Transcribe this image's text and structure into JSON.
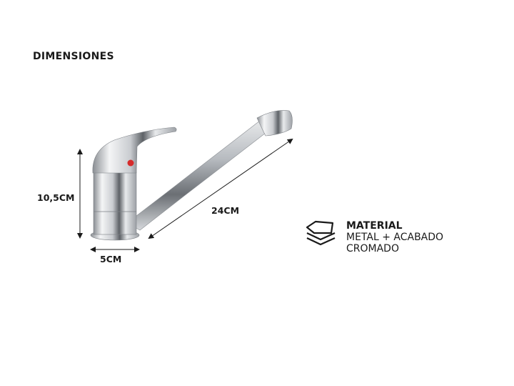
{
  "title": "DIMENSIONES",
  "dimensions": {
    "height": "10,5CM",
    "width": "5CM",
    "length": "24CM"
  },
  "material": {
    "icon": "stacked-layers-icon",
    "heading": "MATERIAL",
    "line1": "METAL + ACABADO",
    "line2": "CROMADO"
  },
  "colors": {
    "text": "#1a1a1a",
    "chrome": "#c8cbcf",
    "hot_indicator": "#d62b2b"
  }
}
